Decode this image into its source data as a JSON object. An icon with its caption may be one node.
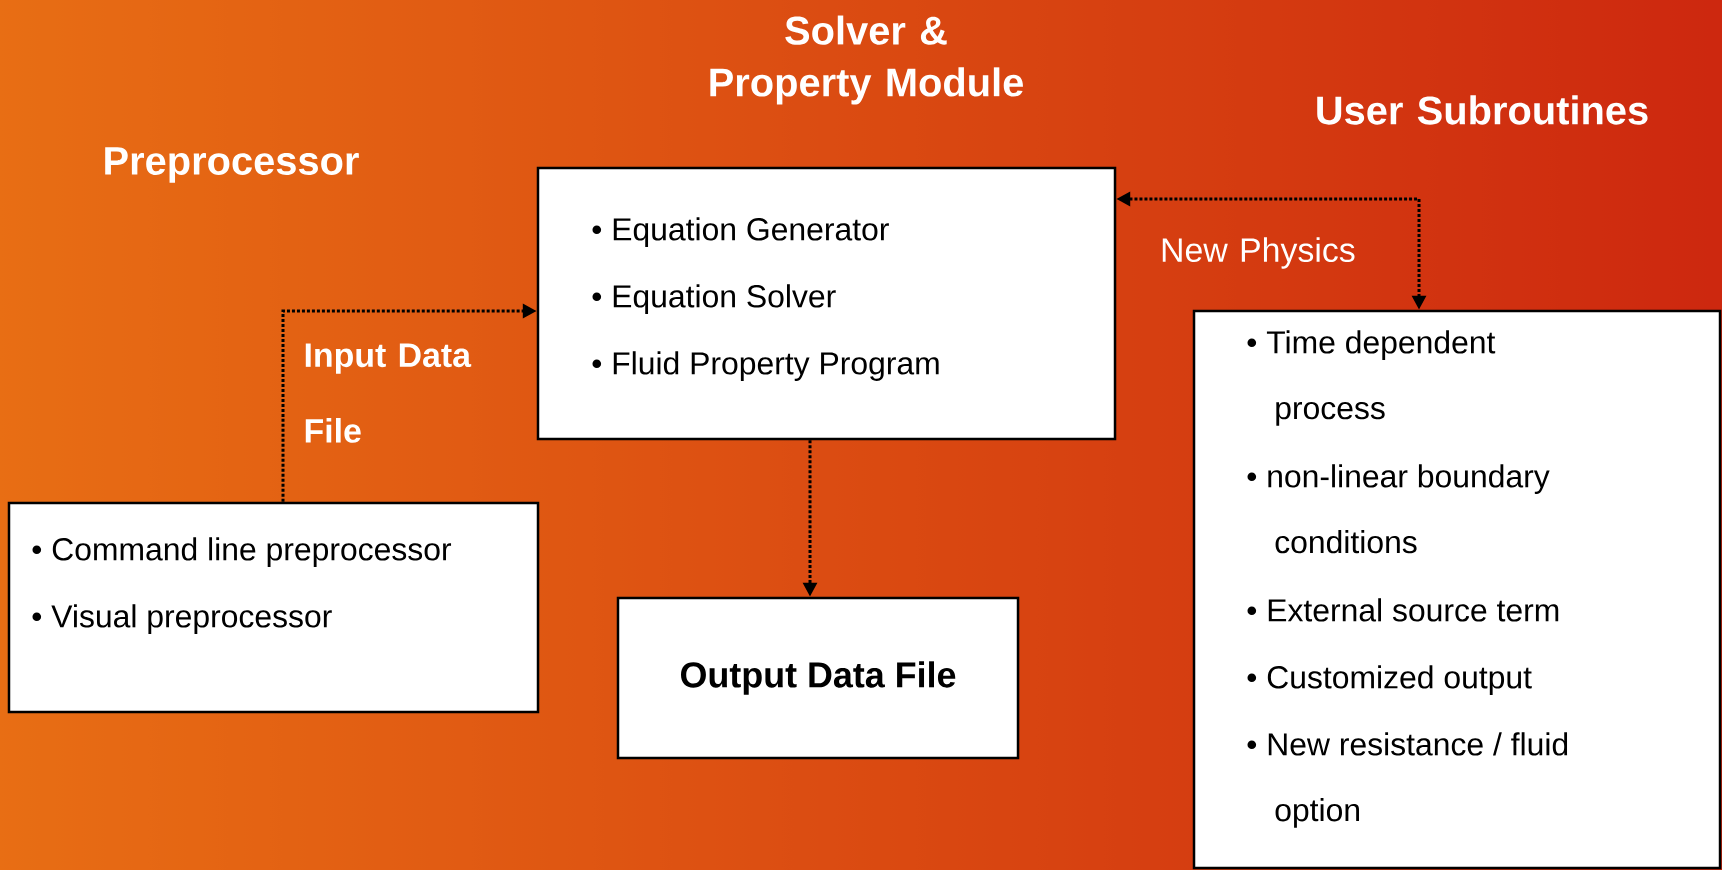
{
  "diagram": {
    "nodes": [
      {
        "text": [
          "• Command line preprocessor",
          "• Visual preprocessor"
        ]
      },
      {
        "text": [
          "Solver & Property Module",
          "• Equation Generator",
          "• Equation Solver",
          "• Fluid Property Program"
        ]
      },
      {
        "text": [
          "Output Data File"
        ]
      },
      {
        "text": [
          "User Subroutines",
          "• Time dependent process",
          "• non-linear boundary conditions",
          "• External source term",
          "• Customized output",
          "• New resistance / fluid option"
        ]
      }
    ],
    "edges": [
      {
        "from": 0,
        "to": 1,
        "arrow": "to",
        "label": "Input Data File"
      },
      {
        "from": 1,
        "to": 2,
        "arrow": "to"
      },
      {
        "from": 1,
        "to": 3,
        "arrow": "both",
        "label": "New Physics"
      }
    ],
    "labels": [
      "Preprocessor"
    ]
  }
}
